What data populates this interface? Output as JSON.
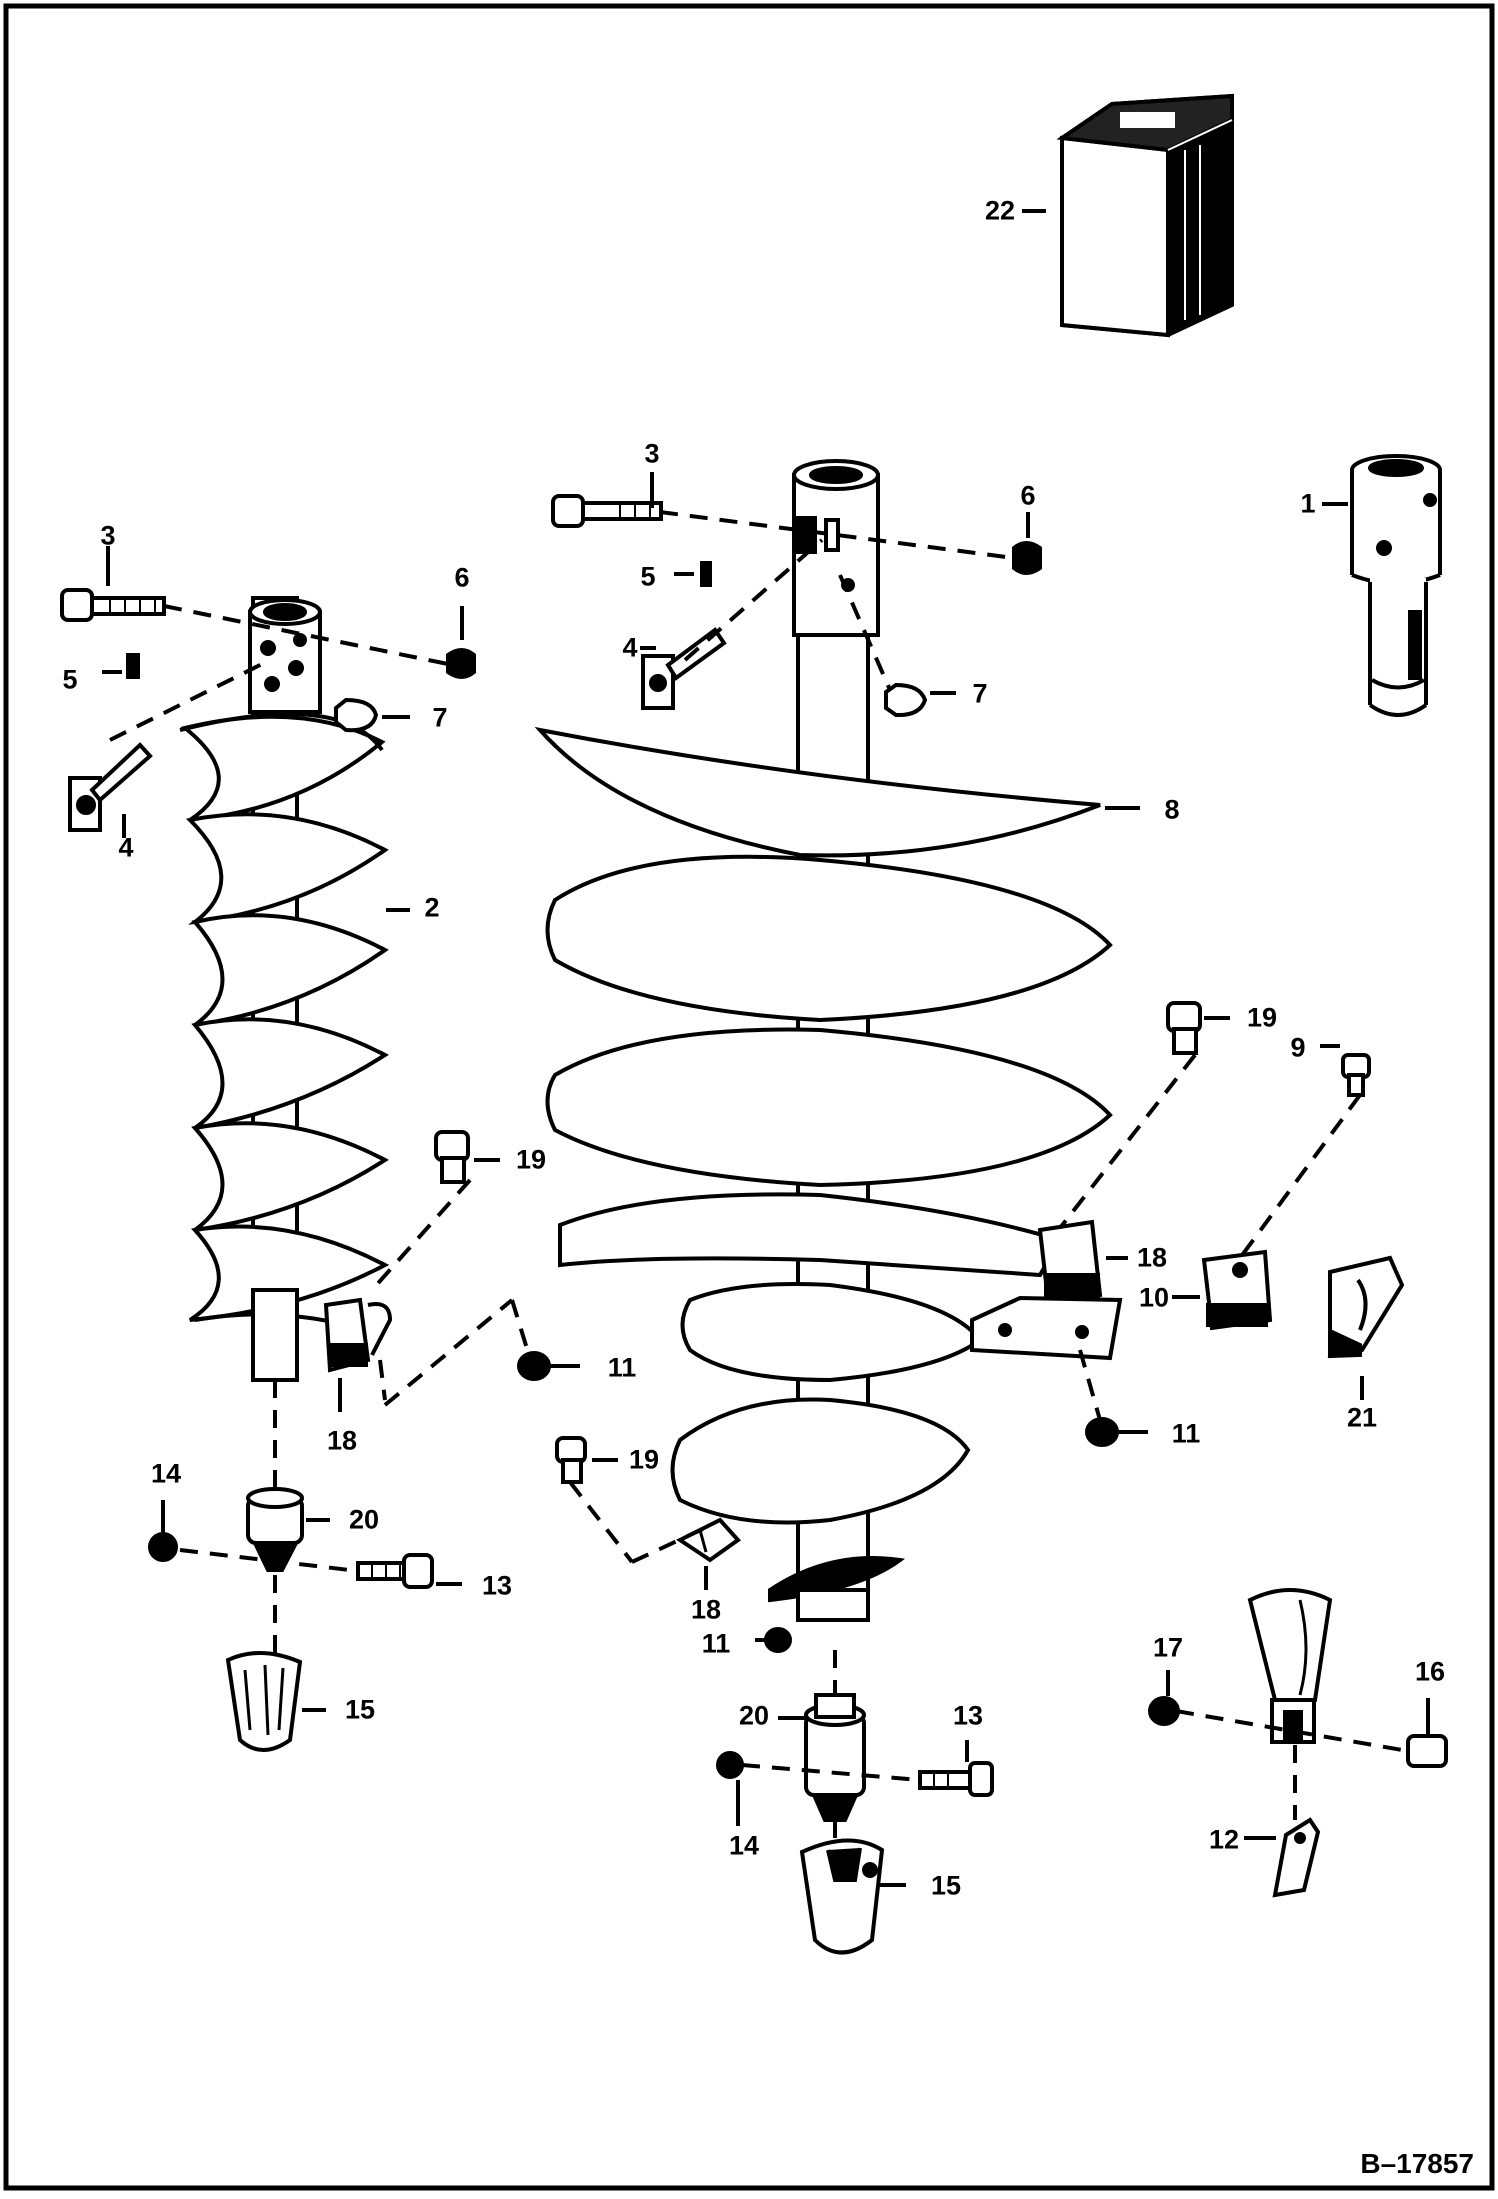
{
  "drawing_id": "B–17857",
  "colors": {
    "ink": "#000000",
    "paper": "#ffffff"
  },
  "callouts": [
    {
      "id": "c22",
      "label": "22"
    },
    {
      "id": "c1",
      "label": "1"
    },
    {
      "id": "c3a",
      "label": "3"
    },
    {
      "id": "c3b",
      "label": "3"
    },
    {
      "id": "c6a",
      "label": "6"
    },
    {
      "id": "c6b",
      "label": "6"
    },
    {
      "id": "c5a",
      "label": "5"
    },
    {
      "id": "c5b",
      "label": "5"
    },
    {
      "id": "c7a",
      "label": "7"
    },
    {
      "id": "c7b",
      "label": "7"
    },
    {
      "id": "c4a",
      "label": "4"
    },
    {
      "id": "c4b",
      "label": "4"
    },
    {
      "id": "c2",
      "label": "2"
    },
    {
      "id": "c8",
      "label": "8"
    },
    {
      "id": "c19a",
      "label": "19"
    },
    {
      "id": "c19b",
      "label": "19"
    },
    {
      "id": "c19c",
      "label": "19"
    },
    {
      "id": "c9",
      "label": "9"
    },
    {
      "id": "c18a",
      "label": "18"
    },
    {
      "id": "c18b",
      "label": "18"
    },
    {
      "id": "c18c",
      "label": "18"
    },
    {
      "id": "c10",
      "label": "10"
    },
    {
      "id": "c21",
      "label": "21"
    },
    {
      "id": "c11a",
      "label": "11"
    },
    {
      "id": "c11b",
      "label": "11"
    },
    {
      "id": "c11c",
      "label": "11"
    },
    {
      "id": "c14a",
      "label": "14"
    },
    {
      "id": "c14b",
      "label": "14"
    },
    {
      "id": "c20a",
      "label": "20"
    },
    {
      "id": "c20b",
      "label": "20"
    },
    {
      "id": "c13a",
      "label": "13"
    },
    {
      "id": "c13b",
      "label": "13"
    },
    {
      "id": "c15a",
      "label": "15"
    },
    {
      "id": "c15b",
      "label": "15"
    },
    {
      "id": "c17",
      "label": "17"
    },
    {
      "id": "c16",
      "label": "16"
    },
    {
      "id": "c12",
      "label": "12"
    }
  ]
}
